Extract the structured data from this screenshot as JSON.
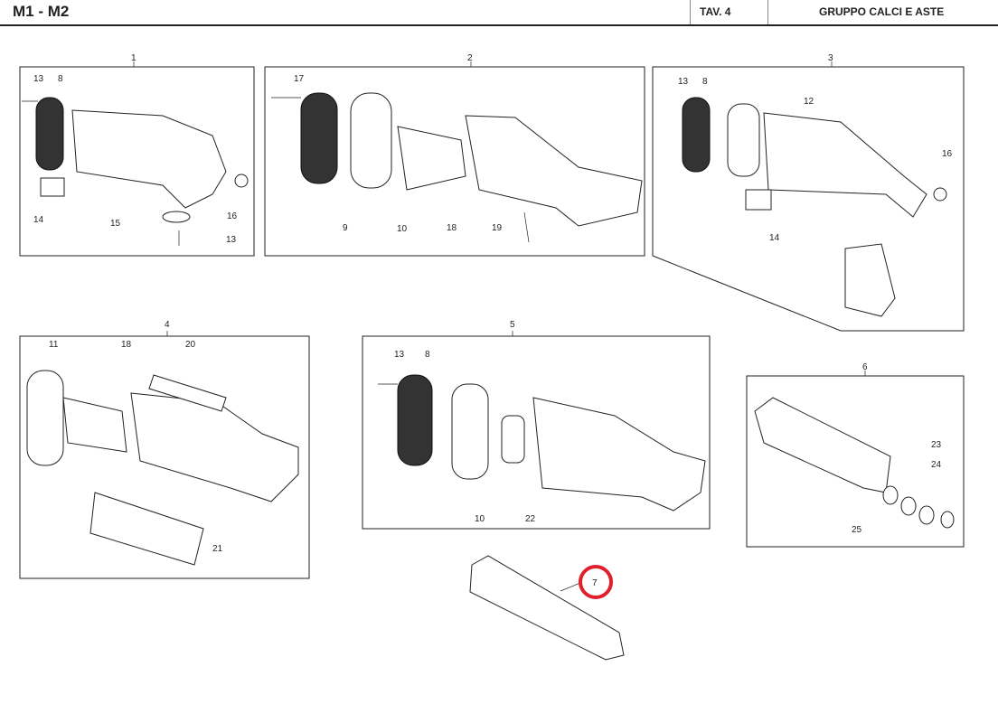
{
  "header": {
    "model": "M1 - M2",
    "table": "TAV. 4",
    "group": "GRUPPO CALCI E ASTE"
  },
  "highlight_color": "#e0202a",
  "panels": [
    {
      "number": "1",
      "labels": [
        "13",
        "8",
        "14",
        "15",
        "16",
        "13"
      ]
    },
    {
      "number": "2",
      "labels": [
        "17",
        "9",
        "10",
        "18",
        "19"
      ]
    },
    {
      "number": "3",
      "labels": [
        "13",
        "8",
        "12",
        "16",
        "14"
      ]
    },
    {
      "number": "4",
      "labels": [
        "11",
        "18",
        "20",
        "21"
      ]
    },
    {
      "number": "5",
      "labels": [
        "13",
        "8",
        "10",
        "22"
      ]
    },
    {
      "number": "6",
      "labels": [
        "23",
        "24",
        "25"
      ]
    },
    {
      "number": "7",
      "labels": [],
      "highlighted": true
    }
  ]
}
